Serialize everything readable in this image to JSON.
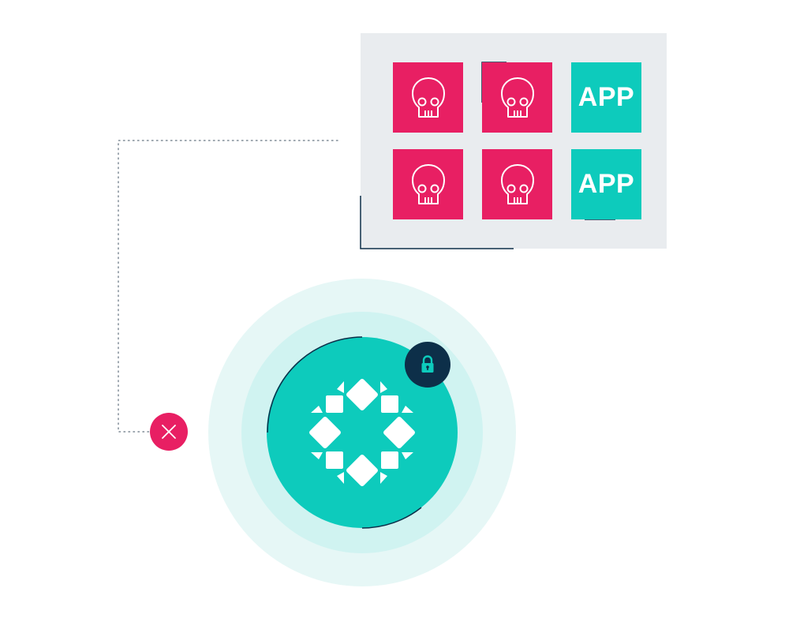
{
  "colors": {
    "malicious": "#e81f63",
    "app": "#0dcbbc",
    "panel_bg": "#e9ecef",
    "lock_badge": "#0d2f49",
    "halo_outer": "#e6f7f6",
    "halo_inner": "#d0f3f1",
    "accent_line": "#0d2f49"
  },
  "grid": {
    "tiles": [
      {
        "kind": "malicious",
        "icon": "skull-icon",
        "label": ""
      },
      {
        "kind": "malicious",
        "icon": "skull-icon",
        "label": ""
      },
      {
        "kind": "app",
        "icon": "",
        "label": "APP"
      },
      {
        "kind": "malicious",
        "icon": "skull-icon",
        "label": ""
      },
      {
        "kind": "malicious",
        "icon": "skull-icon",
        "label": ""
      },
      {
        "kind": "app",
        "icon": "",
        "label": "APP"
      }
    ]
  },
  "connector": {
    "style": "dotted",
    "status_icon": "close-icon"
  },
  "hub": {
    "logo_icon": "shield-logo-icon",
    "badge_icon": "lock-icon"
  }
}
